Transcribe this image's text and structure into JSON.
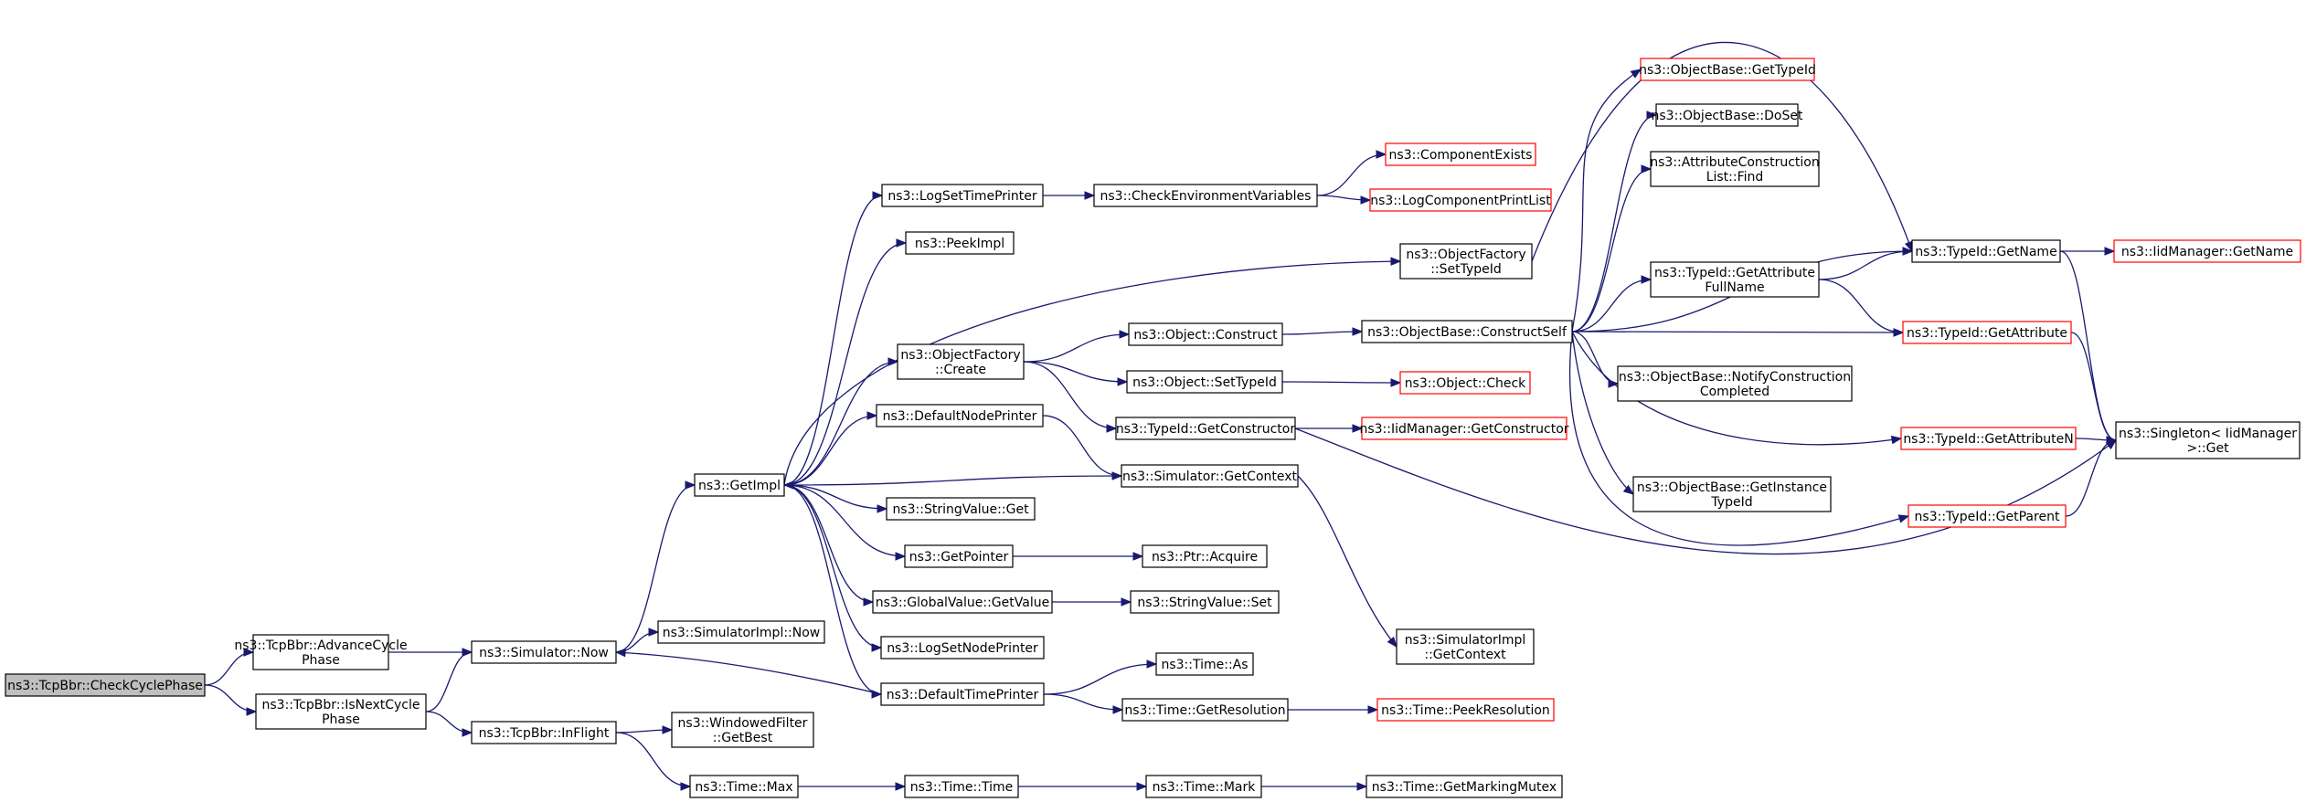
{
  "graph": {
    "colors": {
      "edge": "#191970",
      "box": "#000000",
      "incomplete": "#ff0000",
      "root_fill": "#bfbfbf",
      "fill": "#ffffff"
    },
    "nodes": [
      {
        "id": "checkcycle",
        "lines": [
          "ns3::TcpBbr::CheckCyclePhase"
        ],
        "root": true
      },
      {
        "id": "advance",
        "lines": [
          "ns3::TcpBbr::AdvanceCycle",
          "Phase"
        ]
      },
      {
        "id": "isnext",
        "lines": [
          "ns3::TcpBbr::IsNextCycle",
          "Phase"
        ]
      },
      {
        "id": "simnow",
        "lines": [
          "ns3::Simulator::Now"
        ]
      },
      {
        "id": "inflight",
        "lines": [
          "ns3::TcpBbr::InFlight"
        ]
      },
      {
        "id": "getimpl",
        "lines": [
          "ns3::GetImpl"
        ]
      },
      {
        "id": "simimplnow",
        "lines": [
          "ns3::SimulatorImpl::Now"
        ]
      },
      {
        "id": "wfgetbest",
        "lines": [
          "ns3::WindowedFilter",
          "::GetBest"
        ]
      },
      {
        "id": "timemax",
        "lines": [
          "ns3::Time::Max"
        ]
      },
      {
        "id": "logsettimeprinter",
        "lines": [
          "ns3::LogSetTimePrinter"
        ]
      },
      {
        "id": "peekimpl",
        "lines": [
          "ns3::PeekImpl"
        ]
      },
      {
        "id": "ofcreate",
        "lines": [
          "ns3::ObjectFactory",
          "::Create"
        ]
      },
      {
        "id": "defnodeprinter",
        "lines": [
          "ns3::DefaultNodePrinter"
        ]
      },
      {
        "id": "strvalget",
        "lines": [
          "ns3::StringValue::Get"
        ]
      },
      {
        "id": "getpointer",
        "lines": [
          "ns3::GetPointer"
        ]
      },
      {
        "id": "gvgetvalue",
        "lines": [
          "ns3::GlobalValue::GetValue"
        ]
      },
      {
        "id": "logsetnodeprinter",
        "lines": [
          "ns3::LogSetNodePrinter"
        ]
      },
      {
        "id": "deftimeprinter",
        "lines": [
          "ns3::DefaultTimePrinter"
        ]
      },
      {
        "id": "timetime",
        "lines": [
          "ns3::Time::Time"
        ]
      },
      {
        "id": "checkenv",
        "lines": [
          "ns3::CheckEnvironmentVariables"
        ]
      },
      {
        "id": "objconstruct",
        "lines": [
          "ns3::Object::Construct"
        ]
      },
      {
        "id": "objsettypeid",
        "lines": [
          "ns3::Object::SetTypeId"
        ]
      },
      {
        "id": "tidgetctor",
        "lines": [
          "ns3::TypeId::GetConstructor"
        ]
      },
      {
        "id": "simgetctx",
        "lines": [
          "ns3::Simulator::GetContext"
        ]
      },
      {
        "id": "ptracquire",
        "lines": [
          "ns3::Ptr::Acquire"
        ]
      },
      {
        "id": "strvalset",
        "lines": [
          "ns3::StringValue::Set"
        ]
      },
      {
        "id": "timeas",
        "lines": [
          "ns3::Time::As"
        ]
      },
      {
        "id": "timegetres",
        "lines": [
          "ns3::Time::GetResolution"
        ]
      },
      {
        "id": "timemark",
        "lines": [
          "ns3::Time::Mark"
        ]
      },
      {
        "id": "compexists",
        "lines": [
          "ns3::ComponentExists"
        ],
        "incomplete": true
      },
      {
        "id": "logcompprint",
        "lines": [
          "ns3::LogComponentPrintList"
        ],
        "incomplete": true
      },
      {
        "id": "ofsettypeid",
        "lines": [
          "ns3::ObjectFactory",
          "::SetTypeId"
        ]
      },
      {
        "id": "obconstructself",
        "lines": [
          "ns3::ObjectBase::ConstructSelf"
        ]
      },
      {
        "id": "objcheck",
        "lines": [
          "ns3::Object::Check"
        ],
        "incomplete": true
      },
      {
        "id": "iidgetctor",
        "lines": [
          "ns3::IidManager::GetConstructor"
        ],
        "incomplete": true
      },
      {
        "id": "simimplgetctx",
        "lines": [
          "ns3::SimulatorImpl",
          "::GetContext"
        ]
      },
      {
        "id": "timepeekres",
        "lines": [
          "ns3::Time::PeekResolution"
        ],
        "incomplete": true
      },
      {
        "id": "timegetmarkmutex",
        "lines": [
          "ns3::Time::GetMarkingMutex"
        ]
      },
      {
        "id": "obgettypeid",
        "lines": [
          "ns3::ObjectBase::GetTypeId"
        ],
        "incomplete": true
      },
      {
        "id": "obdoset",
        "lines": [
          "ns3::ObjectBase::DoSet"
        ]
      },
      {
        "id": "acfind",
        "lines": [
          "ns3::AttributeConstruction",
          "List::Find"
        ]
      },
      {
        "id": "tidgetattrfull",
        "lines": [
          "ns3::TypeId::GetAttribute",
          "FullName"
        ]
      },
      {
        "id": "obnotify",
        "lines": [
          "ns3::ObjectBase::NotifyConstruction",
          "Completed"
        ]
      },
      {
        "id": "tidgetattrn",
        "lines": [
          "ns3::TypeId::GetAttributeN"
        ],
        "incomplete": true
      },
      {
        "id": "obgetinst",
        "lines": [
          "ns3::ObjectBase::GetInstance",
          "TypeId"
        ]
      },
      {
        "id": "tidgetname",
        "lines": [
          "ns3::TypeId::GetName"
        ]
      },
      {
        "id": "tidgetattr",
        "lines": [
          "ns3::TypeId::GetAttribute"
        ],
        "incomplete": true
      },
      {
        "id": "tidgetparent",
        "lines": [
          "ns3::TypeId::GetParent"
        ],
        "incomplete": true
      },
      {
        "id": "iidgetname",
        "lines": [
          "ns3::IidManager::GetName"
        ],
        "incomplete": true
      },
      {
        "id": "singletonget",
        "lines": [
          "ns3::Singleton< IidManager",
          ">::Get"
        ]
      }
    ],
    "edges": [
      [
        "checkcycle",
        "advance"
      ],
      [
        "checkcycle",
        "isnext"
      ],
      [
        "advance",
        "simnow"
      ],
      [
        "isnext",
        "simnow"
      ],
      [
        "isnext",
        "inflight"
      ],
      [
        "simnow",
        "getimpl"
      ],
      [
        "simnow",
        "simimplnow"
      ],
      [
        "inflight",
        "wfgetbest"
      ],
      [
        "inflight",
        "timemax"
      ],
      [
        "getimpl",
        "logsettimeprinter"
      ],
      [
        "getimpl",
        "peekimpl"
      ],
      [
        "getimpl",
        "ofsettypeid"
      ],
      [
        "getimpl",
        "ofcreate"
      ],
      [
        "getimpl",
        "defnodeprinter"
      ],
      [
        "getimpl",
        "strvalget"
      ],
      [
        "getimpl",
        "getpointer"
      ],
      [
        "getimpl",
        "gvgetvalue"
      ],
      [
        "getimpl",
        "logsetnodeprinter"
      ],
      [
        "getimpl",
        "deftimeprinter"
      ],
      [
        "simgetctx",
        "getimpl"
      ],
      [
        "deftimeprinter",
        "simnow"
      ],
      [
        "timemax",
        "timetime"
      ],
      [
        "timetime",
        "timemark"
      ],
      [
        "timemark",
        "timegetmarkmutex"
      ],
      [
        "logsettimeprinter",
        "checkenv"
      ],
      [
        "checkenv",
        "compexists"
      ],
      [
        "checkenv",
        "logcompprint"
      ],
      [
        "ofcreate",
        "objconstruct"
      ],
      [
        "ofcreate",
        "objsettypeid"
      ],
      [
        "ofcreate",
        "tidgetctor"
      ],
      [
        "defnodeprinter",
        "simgetctx"
      ],
      [
        "getpointer",
        "ptracquire"
      ],
      [
        "gvgetvalue",
        "strvalset"
      ],
      [
        "deftimeprinter",
        "timeas"
      ],
      [
        "deftimeprinter",
        "timegetres"
      ],
      [
        "objconstruct",
        "obconstructself"
      ],
      [
        "objsettypeid",
        "objcheck"
      ],
      [
        "tidgetctor",
        "iidgetctor"
      ],
      [
        "tidgetctor",
        "singletonget"
      ],
      [
        "simgetctx",
        "simimplgetctx"
      ],
      [
        "timegetres",
        "timepeekres"
      ],
      [
        "ofsettypeid",
        "tidgetname"
      ],
      [
        "obconstructself",
        "obgettypeid"
      ],
      [
        "obconstructself",
        "obdoset"
      ],
      [
        "obconstructself",
        "acfind"
      ],
      [
        "obconstructself",
        "tidgetname"
      ],
      [
        "obconstructself",
        "tidgetattrfull"
      ],
      [
        "obconstructself",
        "tidgetattr"
      ],
      [
        "obconstructself",
        "obnotify"
      ],
      [
        "obconstructself",
        "tidgetattrn"
      ],
      [
        "obconstructself",
        "obgetinst"
      ],
      [
        "obconstructself",
        "tidgetparent"
      ],
      [
        "tidgetattrfull",
        "tidgetname"
      ],
      [
        "tidgetattrfull",
        "tidgetattr"
      ],
      [
        "tidgetname",
        "iidgetname"
      ],
      [
        "tidgetname",
        "singletonget"
      ],
      [
        "tidgetattr",
        "singletonget"
      ],
      [
        "tidgetattrn",
        "singletonget"
      ],
      [
        "tidgetparent",
        "singletonget"
      ]
    ]
  }
}
